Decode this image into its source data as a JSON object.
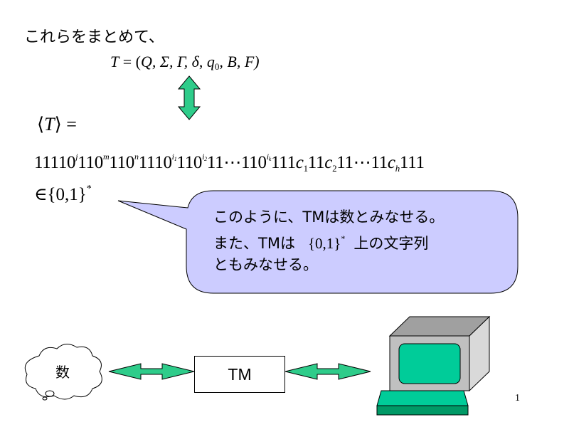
{
  "slide": {
    "heading": "これらをまとめて、",
    "tuple": {
      "lhs": "T",
      "eq": " = (",
      "items_before_q": "Q, Σ, Γ, ",
      "delta": "δ",
      "sep": ", ",
      "q": "q",
      "q_sub": "0",
      "rest": ", B, F)"
    },
    "encoding_lhs": {
      "open": "⟨",
      "symbol": "T",
      "close": "⟩",
      "eq": " ="
    },
    "encoding": {
      "p1": "11110",
      "j": "j",
      "p2": "110",
      "m": "m",
      "p3": "110",
      "n": "n",
      "p4": "1110",
      "i": "i",
      "i1": "1",
      "p5": "110",
      "i2": "2",
      "p6": "11⋯110",
      "ik": "k",
      "p7": "111",
      "c": "c",
      "c1": "1",
      "p8": "11",
      "c2": "2",
      "p9": "11⋯11",
      "h": "h",
      "p10": "111"
    },
    "membership": {
      "symbol": "∈{0,1}",
      "star": "*"
    },
    "callout": {
      "line1": "このように、TMは数とみなせる。",
      "line2_a": "また、TMは",
      "line2_set": "{0,1}",
      "line2_star": "*",
      "line2_b": "上の文字列",
      "line3": "ともみなせる。"
    },
    "cloud_label": "数",
    "tm_label": "TM",
    "page_number": "1"
  },
  "colors": {
    "arrow_green": "#2ecc8a",
    "callout_fill": "#ccccff",
    "monitor_screen": "#00cc99",
    "monitor_gray": "#c0c0c0",
    "keyboard": "#009966"
  }
}
